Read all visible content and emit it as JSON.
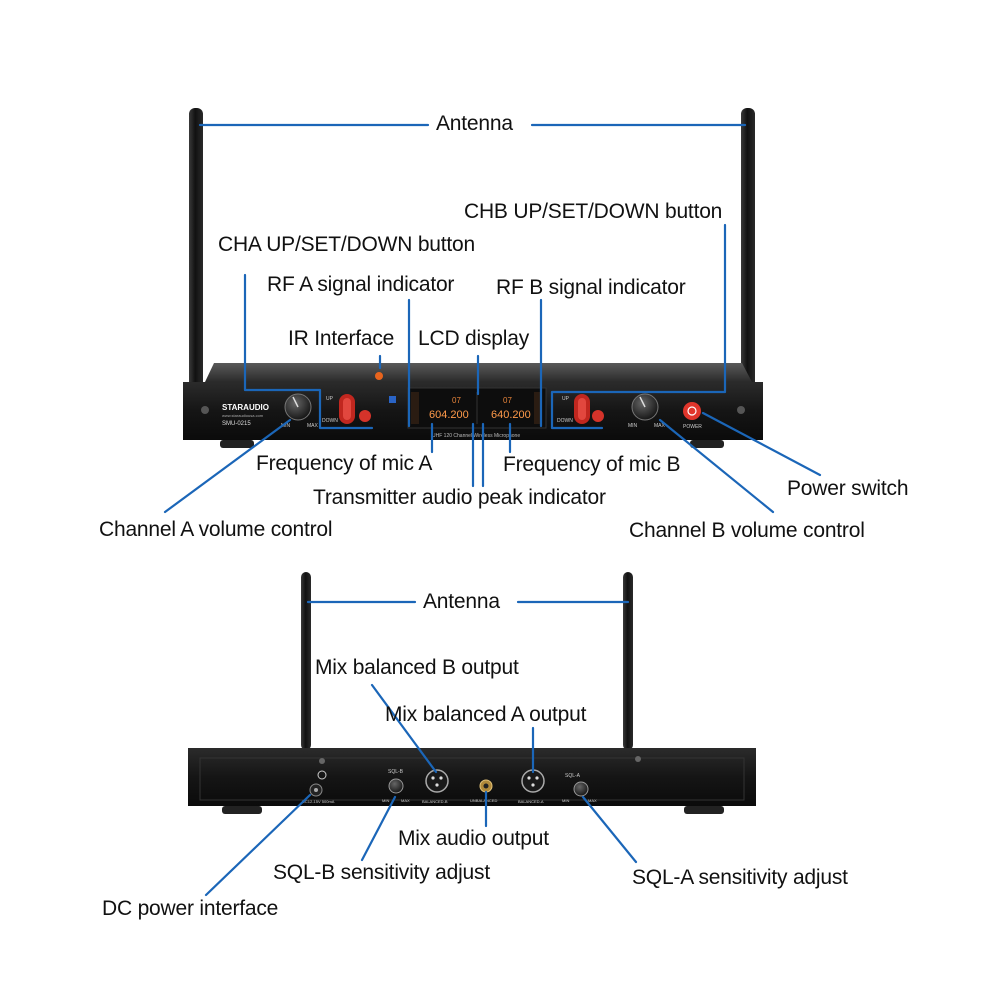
{
  "front_panel": {
    "brand": "STARAUDIO",
    "model": "SMU-0215",
    "website": "www.staraudiousa.com",
    "lcd_subtitle": "UHF 120 Channel Wireless Microphone",
    "lcd_freq_a": "604.200",
    "lcd_freq_b": "640.200",
    "lcd_ch_a": "07",
    "lcd_ch_b": "07",
    "knob_min": "MIN",
    "knob_max": "MAX",
    "btn_up": "UP",
    "btn_down": "DOWN",
    "power": "POWER",
    "labels": {
      "antenna": "Antenna",
      "chb_buttons": "CHB UP/SET/DOWN button",
      "cha_buttons": "CHA UP/SET/DOWN button",
      "rf_a": "RF A signal indicator",
      "rf_b": "RF B signal indicator",
      "ir": "IR Interface",
      "lcd": "LCD display",
      "freq_a": "Frequency of mic A",
      "freq_b": "Frequency of mic B",
      "peak": "Transmitter audio peak indicator",
      "power_switch": "Power switch",
      "vol_a": "Channel A volume control",
      "vol_b": "Channel B volume control"
    }
  },
  "rear_panel": {
    "jack_sql_b": "SQL-B",
    "jack_sql_a": "SQL-A",
    "jack_balanced_b": "BALANCED-B",
    "jack_balanced_a": "BALANCED-A",
    "jack_unbalanced": "UNBALANCED",
    "dc_rating": "DC12-15V 500mA",
    "knob_min": "MIN",
    "knob_max": "MAX",
    "labels": {
      "antenna": "Antenna",
      "mix_b": "Mix balanced B output",
      "mix_a": "Mix balanced A output",
      "mix_audio": "Mix audio output",
      "sql_b": "SQL-B  sensitivity adjust",
      "sql_a": "SQL-A  sensitivity adjust",
      "dc": "DC power interface"
    }
  },
  "colors": {
    "leader": "#1b66b8",
    "lcd_glow": "#ff8a3d",
    "power_red": "#e0352b"
  }
}
